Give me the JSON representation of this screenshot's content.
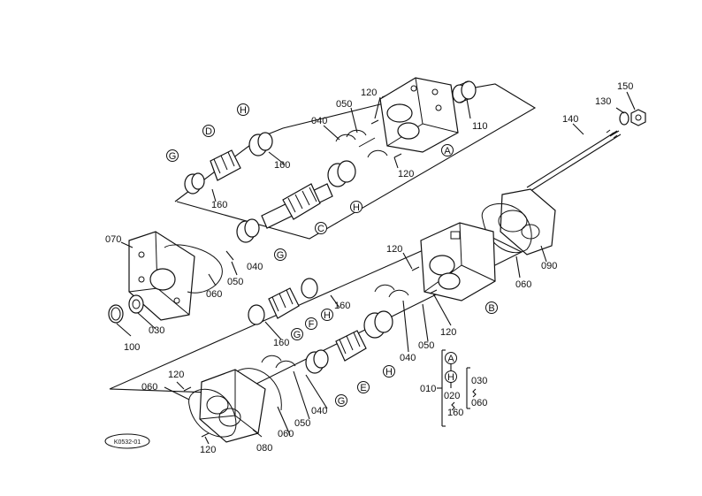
{
  "diagram": {
    "part_numbers": {
      "p010": "010",
      "p020": "020",
      "p030": "030",
      "p040": "040",
      "p050": "050",
      "p060": "060",
      "p070": "070",
      "p080": "080",
      "p090": "090",
      "p100": "100",
      "p110": "110",
      "p120": "120",
      "p130": "130",
      "p140": "140",
      "p150": "150",
      "p160": "160"
    },
    "letters": {
      "a": "A",
      "b": "B",
      "c": "C",
      "d": "D",
      "e": "E",
      "f": "F",
      "g": "G",
      "h": "H"
    },
    "legend": {
      "a": "A",
      "h": "H",
      "p010": "010",
      "p020": "020",
      "p030": "030",
      "p060": "060",
      "p160": "160"
    },
    "drawing_code": "K0532-01"
  }
}
